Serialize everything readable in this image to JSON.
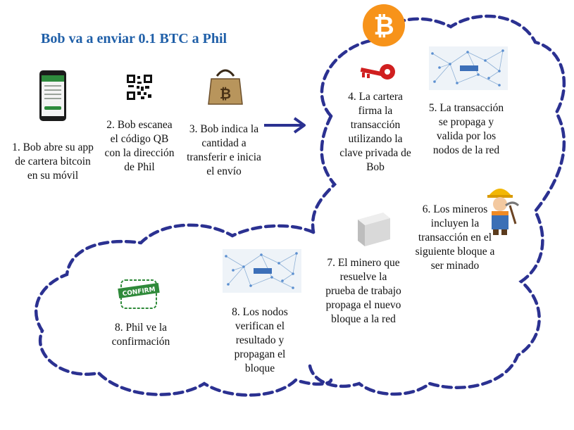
{
  "title": "Bob va a enviar 0.1 BTC a Phil",
  "steps": {
    "s1": "1. Bob abre su app de cartera bitcoin en su móvil",
    "s2": "2. Bob escanea el código QB con la dirección de Phil",
    "s3": "3. Bob indica la cantidad a transferir e inicia el envío",
    "s4": "4. La cartera firma la transacción utilizando la clave privada de Bob",
    "s5": "5. La transacción se propaga y valida por los nodos de la red",
    "s6": "6. Los mineros incluyen la transacción en el siguiente bloque a ser minado",
    "s7": "7. El minero que resuelve la prueba de trabajo propaga el nuevo bloque a la red",
    "s8": "8. Los nodos verifican el resultado y propagan el bloque",
    "s9": "8. Phil ve la confirmación"
  },
  "icons": {
    "phone": "mobile-wallet-app-icon",
    "qr": "qr-code-icon",
    "bag": "bitcoin-bag-icon",
    "key": "private-key-icon",
    "bitcoin": "bitcoin-logo-icon",
    "network": "network-nodes-icon",
    "miner": "miner-character-icon",
    "block": "block-icon",
    "confirm": "confirm-stamp-icon"
  },
  "labels": {
    "bitcoin_symbol": "₿",
    "confirm_stamp": "CONFIRM",
    "bag_symbol": "₿"
  },
  "colors": {
    "title": "#1f5fa8",
    "cloud": "#2b3191",
    "arrow": "#2b3191",
    "bitcoin": "#f7931a",
    "key": "#d01f1f",
    "stamp": "#2f8a3a"
  }
}
